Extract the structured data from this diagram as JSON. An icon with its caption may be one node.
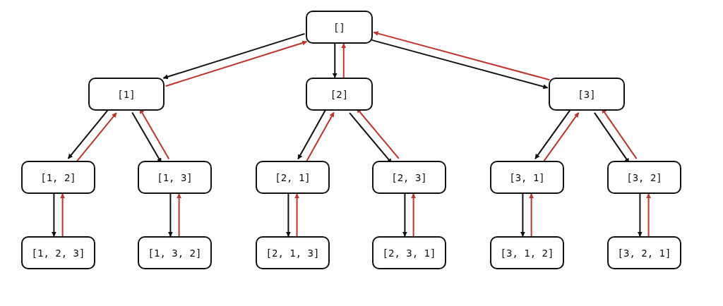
{
  "diagram": {
    "nodes": [
      {
        "text": [
          "[]"
        ]
      },
      {
        "text": [
          "[1]"
        ]
      },
      {
        "text": [
          "[2]"
        ]
      },
      {
        "text": [
          "[3]"
        ]
      },
      {
        "text": [
          "[1, 2]"
        ]
      },
      {
        "text": [
          "[1, 3]"
        ]
      },
      {
        "text": [
          "[2, 1]"
        ]
      },
      {
        "text": [
          "[2, 3]"
        ]
      },
      {
        "text": [
          "[3, 1]"
        ]
      },
      {
        "text": [
          "[3, 2]"
        ]
      },
      {
        "text": [
          "[1, 2, 3]"
        ]
      },
      {
        "text": [
          "[1, 3, 2]"
        ]
      },
      {
        "text": [
          "[2, 1, 3]"
        ]
      },
      {
        "text": [
          "[2, 3, 1]"
        ]
      },
      {
        "text": [
          "[3, 1, 2]"
        ]
      },
      {
        "text": [
          "[3, 2, 1]"
        ]
      }
    ],
    "edges": [
      {
        "from": 0,
        "to": 1,
        "arrow": "to"
      },
      {
        "from": 1,
        "to": 0,
        "arrow": "to",
        "color": "#c0342c"
      },
      {
        "from": 0,
        "to": 2,
        "arrow": "to"
      },
      {
        "from": 2,
        "to": 0,
        "arrow": "to",
        "color": "#c0342c"
      },
      {
        "from": 0,
        "to": 3,
        "arrow": "to"
      },
      {
        "from": 3,
        "to": 0,
        "arrow": "to",
        "color": "#c0342c"
      },
      {
        "from": 1,
        "to": 4,
        "arrow": "to"
      },
      {
        "from": 4,
        "to": 1,
        "arrow": "to",
        "color": "#c0342c"
      },
      {
        "from": 1,
        "to": 5,
        "arrow": "to"
      },
      {
        "from": 5,
        "to": 1,
        "arrow": "to",
        "color": "#c0342c"
      },
      {
        "from": 2,
        "to": 6,
        "arrow": "to"
      },
      {
        "from": 6,
        "to": 2,
        "arrow": "to",
        "color": "#c0342c"
      },
      {
        "from": 2,
        "to": 7,
        "arrow": "to"
      },
      {
        "from": 7,
        "to": 2,
        "arrow": "to",
        "color": "#c0342c"
      },
      {
        "from": 3,
        "to": 8,
        "arrow": "to"
      },
      {
        "from": 8,
        "to": 3,
        "arrow": "to",
        "color": "#c0342c"
      },
      {
        "from": 3,
        "to": 9,
        "arrow": "to"
      },
      {
        "from": 9,
        "to": 3,
        "arrow": "to",
        "color": "#c0342c"
      },
      {
        "from": 4,
        "to": 10,
        "arrow": "to"
      },
      {
        "from": 10,
        "to": 4,
        "arrow": "to",
        "color": "#c0342c"
      },
      {
        "from": 5,
        "to": 11,
        "arrow": "to"
      },
      {
        "from": 11,
        "to": 5,
        "arrow": "to",
        "color": "#c0342c"
      },
      {
        "from": 6,
        "to": 12,
        "arrow": "to"
      },
      {
        "from": 12,
        "to": 6,
        "arrow": "to",
        "color": "#c0342c"
      },
      {
        "from": 7,
        "to": 13,
        "arrow": "to"
      },
      {
        "from": 13,
        "to": 7,
        "arrow": "to",
        "color": "#c0342c"
      },
      {
        "from": 8,
        "to": 14,
        "arrow": "to"
      },
      {
        "from": 14,
        "to": 8,
        "arrow": "to",
        "color": "#c0342c"
      },
      {
        "from": 9,
        "to": 15,
        "arrow": "to"
      },
      {
        "from": 15,
        "to": 9,
        "arrow": "to",
        "color": "#c0342c"
      }
    ]
  }
}
